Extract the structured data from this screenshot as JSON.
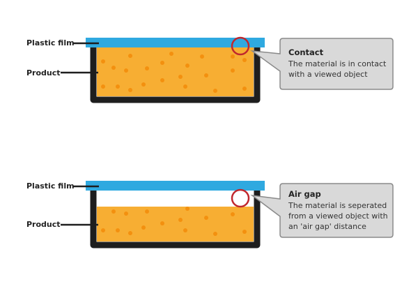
{
  "colors": {
    "film": "#2fa9e0",
    "product": "#f7ae33",
    "dots": "#f3900f",
    "container": "#1e1e1e",
    "highlight": "#c0272d",
    "callout_bg": "#d9d9d9",
    "callout_border": "#8a8a8a"
  },
  "diagrams": [
    {
      "film_label": "Plastic film",
      "product_label": "Product",
      "callout": {
        "title": "Contact",
        "lines": [
          "The material is in contact",
          "with a viewed object"
        ]
      }
    },
    {
      "film_label": "Plastic film",
      "product_label": "Product",
      "callout": {
        "title": "Air gap",
        "lines": [
          "The material is seperated",
          "from a viewed object with",
          "an 'air gap' distance"
        ]
      }
    }
  ]
}
